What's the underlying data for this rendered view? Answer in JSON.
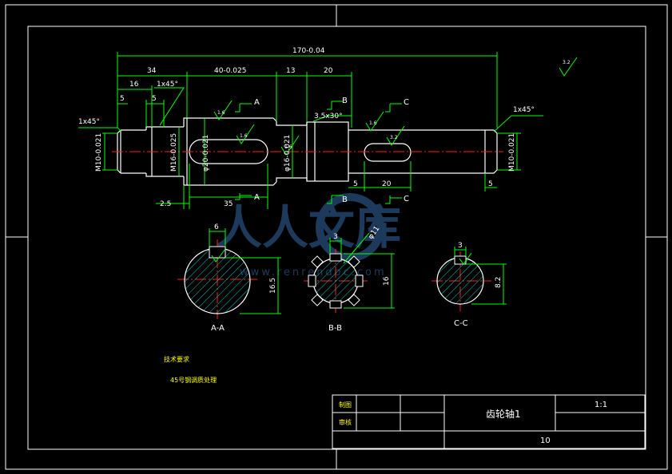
{
  "colors": {
    "background": "#000000",
    "frame": "#ffffff",
    "outline": "#ffffff",
    "dimension": "#00ff00",
    "centerline": "#ff2020",
    "hatch": "#00c8c8",
    "watermark": "#1d3a5c",
    "text": "#ffffff"
  },
  "watermark": {
    "chars": "人人文库",
    "url": "www.renrendoc.com"
  },
  "dims": {
    "overall": "170-0.04",
    "d34": "34",
    "d40": "40-0.025",
    "d13": "13",
    "d20top": "20",
    "d16": "16",
    "chamfer1": "1x45°",
    "chamfer2": "1x45°",
    "chamfer3": "1x45°",
    "d5a": "5",
    "d5b": "5",
    "d5c": "5",
    "d5d": "5",
    "thread3": "3.5x30°",
    "m10l": "M10-0.021",
    "m16": "M16-0.025",
    "phi20": "φ20-0.021",
    "phi16": "φ16-0.021",
    "m10r": "M10-0.021",
    "d2_5": "2.5",
    "d35": "35",
    "d20bot": "20",
    "secA6": "6",
    "secA165": "16.5",
    "secB3": "3",
    "secB11": "φ11",
    "secB16": "16",
    "secC3": "3",
    "secC82": "8.2"
  },
  "rough": {
    "r1": "1.6",
    "r2": "1.6",
    "r3": "1.6",
    "r4": "1.6",
    "r5": "3.2",
    "tl": "3.2"
  },
  "sections": {
    "a": "A",
    "b": "B",
    "c": "C",
    "aa": "A-A",
    "bb": "B-B",
    "cc": "C-C"
  },
  "notes": {
    "title": "技术要求",
    "line1": "45号钢调质处理"
  },
  "title_block": {
    "part_name": "齿轮轴1",
    "scale": "1:1",
    "row1_label": "制图",
    "row2_label": "审核",
    "code": "10"
  }
}
